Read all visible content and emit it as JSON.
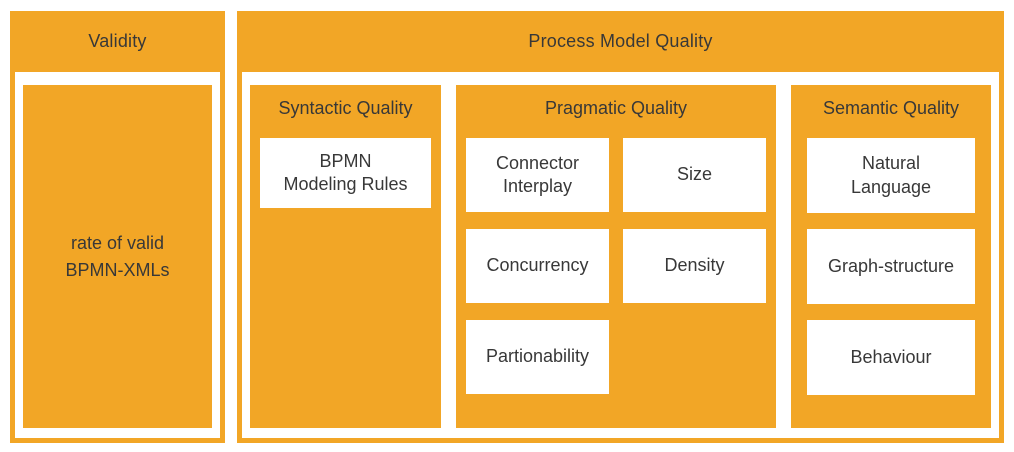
{
  "validity": {
    "title": "Validity",
    "content": "rate of valid\nBPMN-XMLs"
  },
  "process_model_quality": {
    "title": "Process Model Quality",
    "syntactic": {
      "title": "Syntactic Quality",
      "items": [
        "BPMN\nModeling Rules"
      ]
    },
    "pragmatic": {
      "title": "Pragmatic Quality",
      "items": [
        "Connector\nInterplay",
        "Size",
        "Concurrency",
        "Density",
        "Partionability"
      ]
    },
    "semantic": {
      "title": "Semantic Quality",
      "items": [
        "Natural\nLanguage",
        "Graph-structure",
        "Behaviour"
      ]
    }
  },
  "colors": {
    "accent_orange": "#F2A626",
    "text_dark": "#383838",
    "background": "#FFFFFF"
  }
}
